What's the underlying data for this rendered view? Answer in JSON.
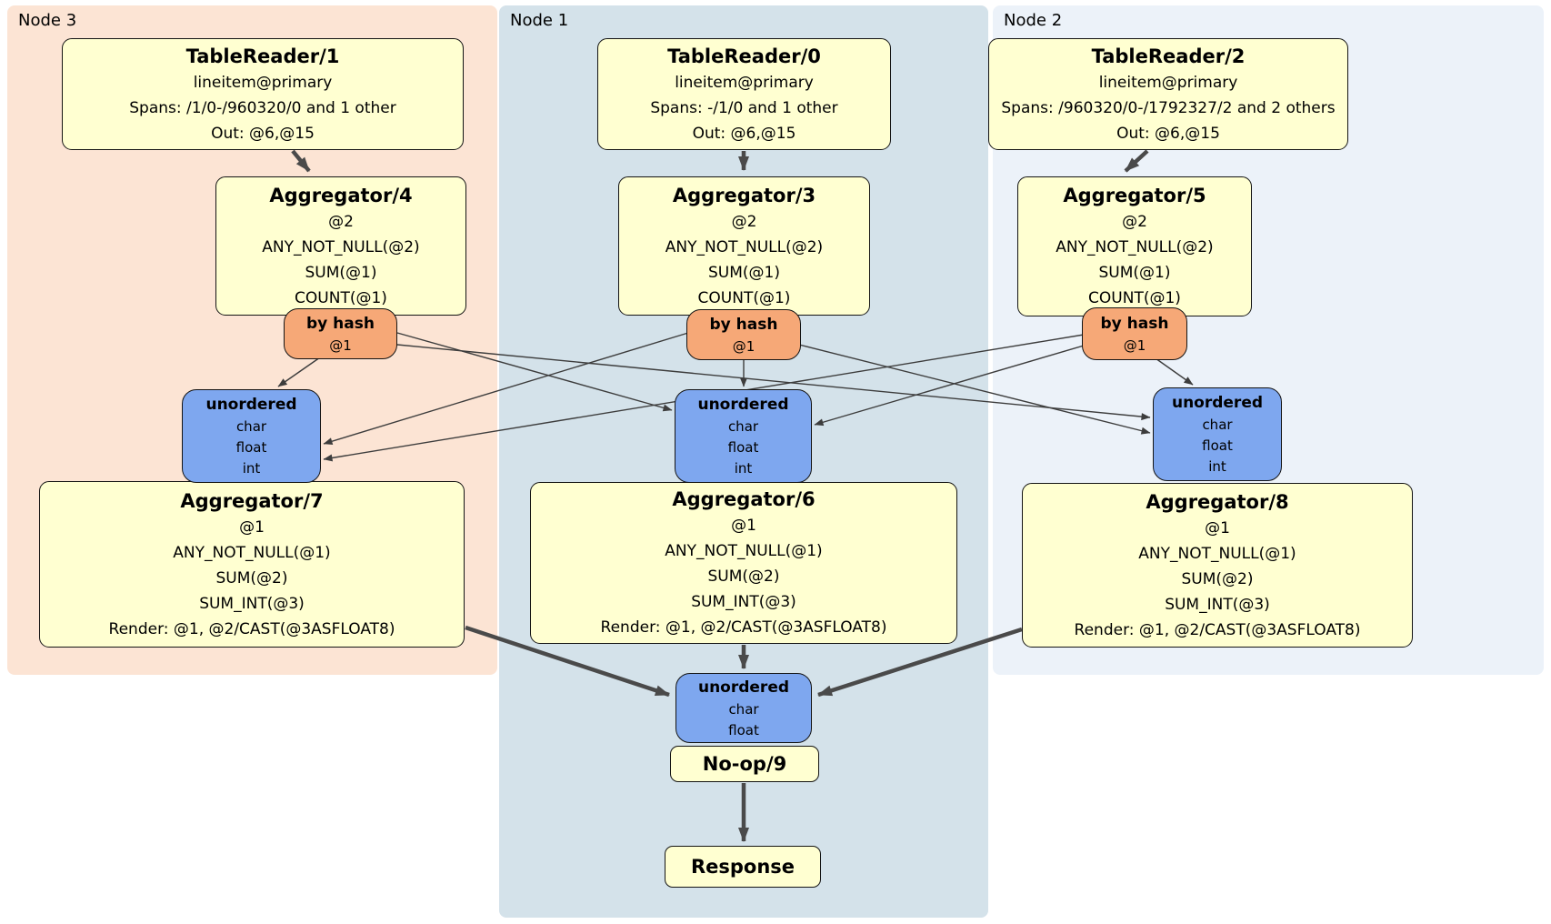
{
  "groups": [
    {
      "label": "Node 3",
      "table_reader": {
        "title": "TableReader/1",
        "lines": [
          "lineitem@primary",
          "Spans: /1/0-/960320/0 and 1 other",
          "Out: @6,@15"
        ]
      },
      "hash_aggregator": {
        "title": "Aggregator/4",
        "lines": [
          "@2",
          "ANY_NOT_NULL(@2)",
          "SUM(@1)",
          "COUNT(@1)"
        ]
      },
      "router": {
        "title": "by hash",
        "key": "@1"
      },
      "sync": {
        "title": "unordered",
        "columns": [
          "char",
          "float",
          "int"
        ]
      },
      "final_aggregator": {
        "title": "Aggregator/7",
        "lines": [
          "@1",
          "ANY_NOT_NULL(@1)",
          "SUM(@2)",
          "SUM_INT(@3)",
          "Render: @1, @2/CAST(@3ASFLOAT8)"
        ]
      }
    },
    {
      "label": "Node 1",
      "table_reader": {
        "title": "TableReader/0",
        "lines": [
          "lineitem@primary",
          "Spans: -/1/0 and 1 other",
          "Out: @6,@15"
        ]
      },
      "hash_aggregator": {
        "title": "Aggregator/3",
        "lines": [
          "@2",
          "ANY_NOT_NULL(@2)",
          "SUM(@1)",
          "COUNT(@1)"
        ]
      },
      "router": {
        "title": "by hash",
        "key": "@1"
      },
      "sync": {
        "title": "unordered",
        "columns": [
          "char",
          "float",
          "int"
        ]
      },
      "final_aggregator": {
        "title": "Aggregator/6",
        "lines": [
          "@1",
          "ANY_NOT_NULL(@1)",
          "SUM(@2)",
          "SUM_INT(@3)",
          "Render: @1, @2/CAST(@3ASFLOAT8)"
        ]
      }
    },
    {
      "label": "Node 2",
      "table_reader": {
        "title": "TableReader/2",
        "lines": [
          "lineitem@primary",
          "Spans: /960320/0-/1792327/2 and 2 others",
          "Out: @6,@15"
        ]
      },
      "hash_aggregator": {
        "title": "Aggregator/5",
        "lines": [
          "@2",
          "ANY_NOT_NULL(@2)",
          "SUM(@1)",
          "COUNT(@1)"
        ]
      },
      "router": {
        "title": "by hash",
        "key": "@1"
      },
      "sync": {
        "title": "unordered",
        "columns": [
          "char",
          "float",
          "int"
        ]
      },
      "final_aggregator": {
        "title": "Aggregator/8",
        "lines": [
          "@1",
          "ANY_NOT_NULL(@1)",
          "SUM(@2)",
          "SUM_INT(@3)",
          "Render: @1, @2/CAST(@3ASFLOAT8)"
        ]
      }
    }
  ],
  "output": {
    "sync": {
      "title": "unordered",
      "columns": [
        "char",
        "float"
      ]
    },
    "noop_title": "No-op/9",
    "response_title": "Response"
  },
  "colors": {
    "node3_bg": "#fce4d4",
    "node1_bg": "#d4e2ea",
    "node2_bg": "#ecf2f9",
    "processor_fill": "#ffffd1",
    "router_fill": "#f6a877",
    "sync_fill": "#7ea7ef",
    "edge": "#4a4a4a"
  }
}
